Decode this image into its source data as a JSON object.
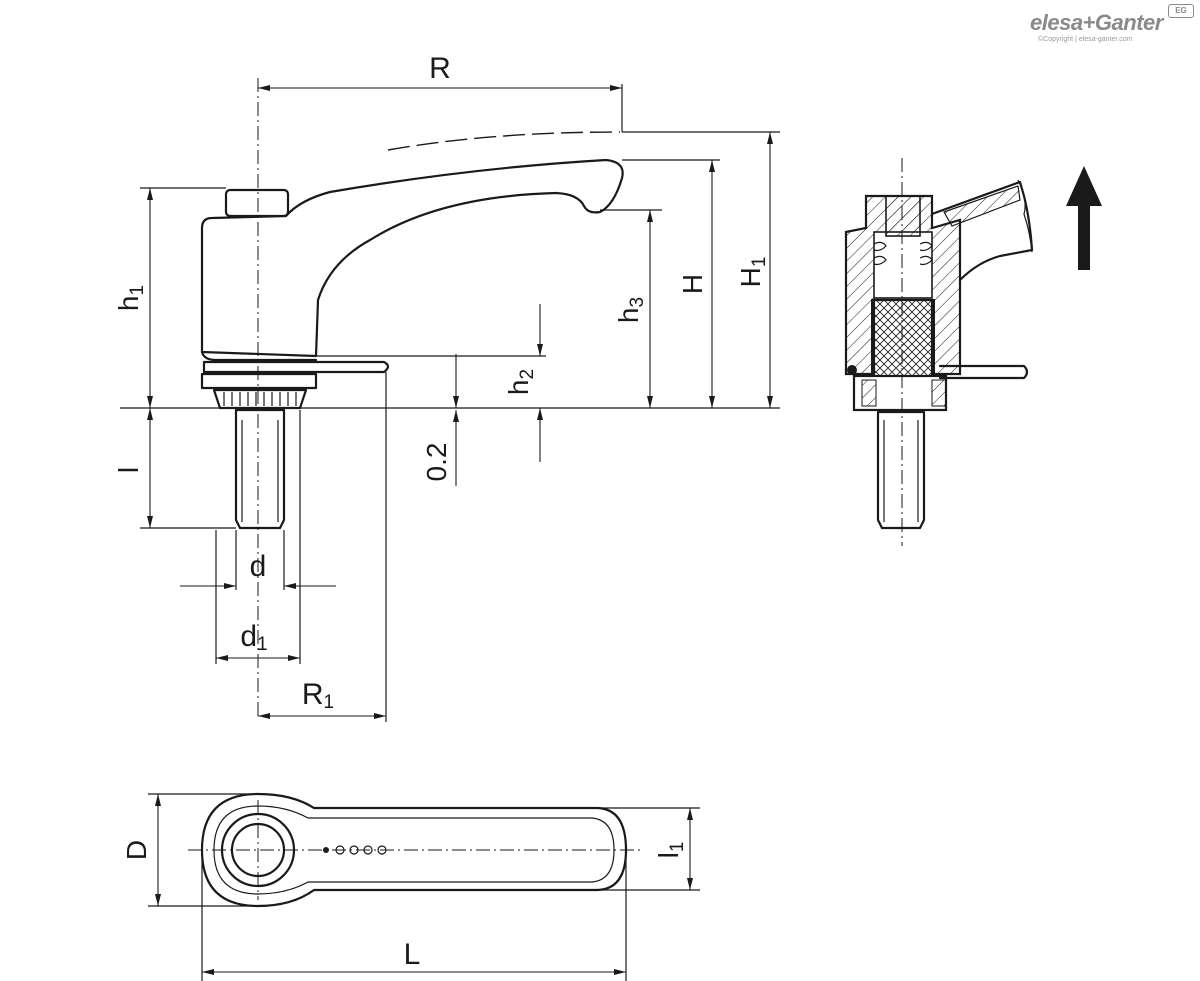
{
  "brand": {
    "name": "elesa+Ganter",
    "copyright": "©Copyright | elesa-ganter.com",
    "badge": "EG"
  },
  "dimensions": {
    "R": "R",
    "h1": "h",
    "h1_sub": "1",
    "h3": "h",
    "h3_sub": "3",
    "H": "H",
    "H1": "H",
    "H1_sub": "1",
    "h2": "h",
    "h2_sub": "2",
    "gap": "0.2",
    "l": "l",
    "d": "d",
    "d1": "d",
    "d1_sub": "1",
    "R1": "R",
    "R1_sub": "1",
    "D": "D",
    "l1": "l",
    "l1_sub": "1",
    "L": "L"
  }
}
